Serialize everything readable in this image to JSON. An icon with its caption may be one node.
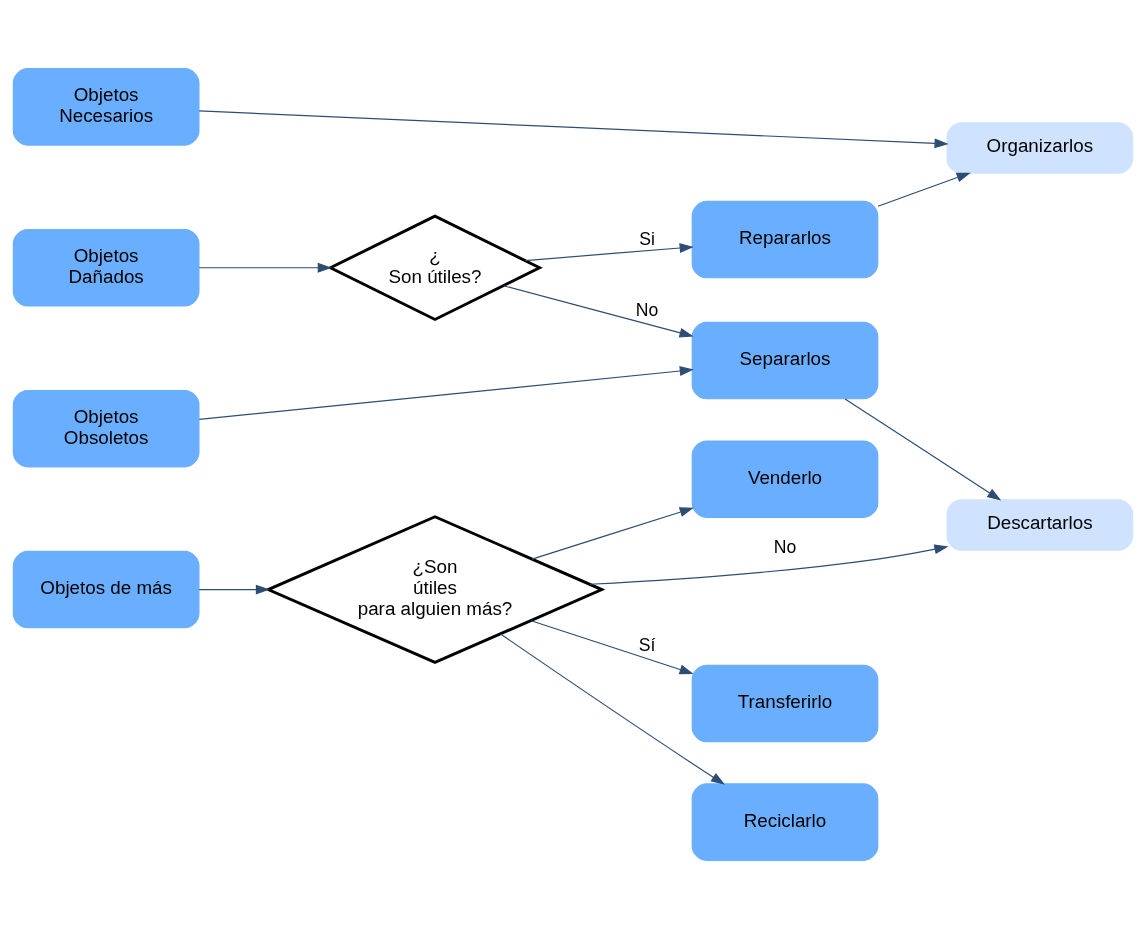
{
  "diagram": {
    "nodes": [
      {
        "text": [
          "Objetos Necesarios"
        ]
      },
      {
        "text": [
          "Organizarlos"
        ]
      },
      {
        "text": [
          "Objetos Dañados"
        ]
      },
      {
        "text": [
          "¿ Son útiles?"
        ]
      },
      {
        "text": [
          "Repararlos"
        ]
      },
      {
        "text": [
          "Objetos Obsoletos"
        ]
      },
      {
        "text": [
          "Separarlos"
        ]
      },
      {
        "text": [
          "Descartarlos"
        ]
      },
      {
        "text": [
          "Objetos de más"
        ]
      },
      {
        "text": [
          "¿Son útiles para alguien más?"
        ]
      },
      {
        "text": [
          "Transferirlo"
        ]
      },
      {
        "text": [
          "Reciclarlo"
        ]
      },
      {
        "text": [
          "Venderlo"
        ]
      }
    ],
    "edges": [
      {
        "from": 0,
        "to": 1,
        "arrow": "to"
      },
      {
        "from": 2,
        "to": 3,
        "arrow": "to"
      },
      {
        "from": 3,
        "to": 4,
        "arrow": "to",
        "label": "Si"
      },
      {
        "from": 4,
        "to": 1,
        "arrow": "to"
      },
      {
        "from": 3,
        "to": 6,
        "arrow": "to",
        "label": "No"
      },
      {
        "from": 5,
        "to": 6,
        "arrow": "to"
      },
      {
        "from": 6,
        "to": 7,
        "arrow": "to"
      },
      {
        "from": 8,
        "to": 9,
        "arrow": "to"
      },
      {
        "from": 9,
        "to": 7,
        "arrow": "to",
        "label": "No"
      },
      {
        "from": 9,
        "to": 10,
        "arrow": "to",
        "label": "Sí"
      },
      {
        "from": 9,
        "to": 11,
        "arrow": "to"
      },
      {
        "from": 9,
        "to": 12,
        "arrow": "to"
      }
    ]
  }
}
